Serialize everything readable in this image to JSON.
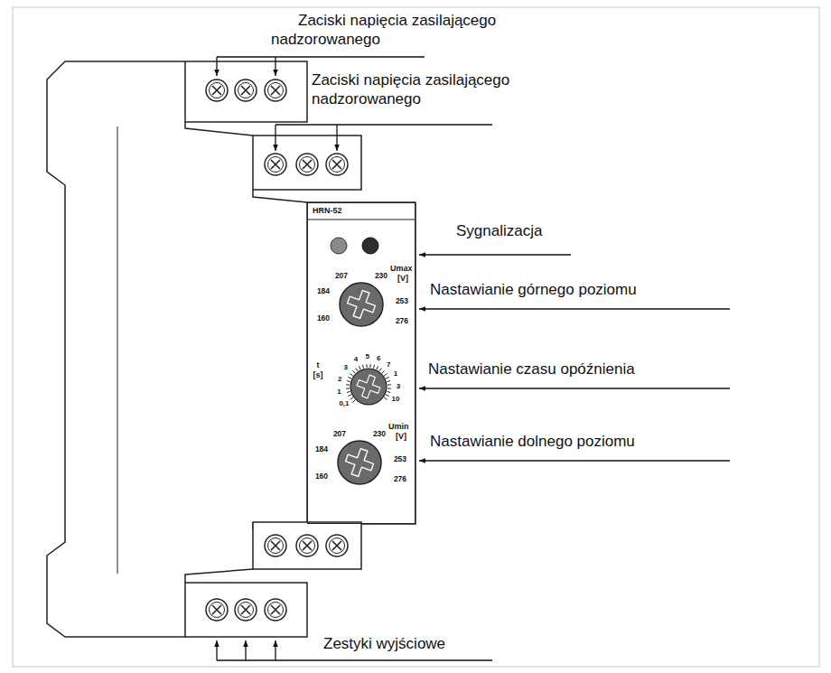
{
  "diagram": {
    "nodes": [
      {
        "text": [
          "HRN-52"
        ]
      }
    ],
    "labels": [
      "Zaciski napięcia zasilającego nadzorowanego",
      "Zaciski napięcia zasilającego nadzorowanego",
      "Sygnalizacja",
      "207",
      "230",
      "Umax",
      "[V]",
      "184",
      "253",
      "160",
      "276",
      "Nastawianie górnego poziomu",
      "t",
      "[s]",
      "0,1",
      "1",
      "2",
      "3",
      "4",
      "5",
      "6",
      "7",
      "1",
      "3",
      "10",
      "Nastawianie czasu opóźnienia",
      "207",
      "230",
      "Umin",
      "[V]",
      "184",
      "253",
      "160",
      "276",
      "Nastawianie dolnego poziomu",
      "Zestyki wyjściowe"
    ]
  }
}
